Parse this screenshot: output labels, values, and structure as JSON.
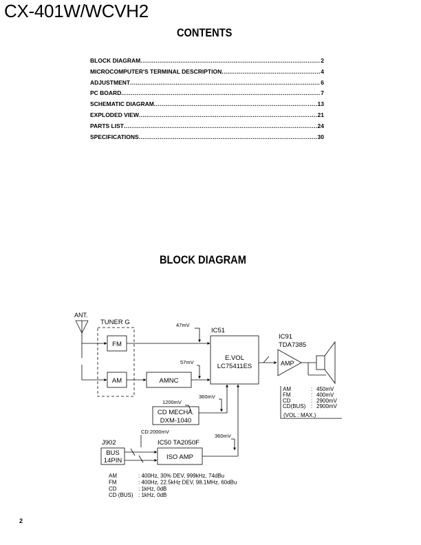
{
  "header": {
    "model": "CX-401W/WCVH2"
  },
  "contents": {
    "title": "CONTENTS",
    "entries": [
      {
        "label": "BLOCK DIAGRAM",
        "page": "2"
      },
      {
        "label": "MICROCOMPUTER'S TERMINAL DESCRIPTION",
        "page": "4"
      },
      {
        "label": "ADJUSTMENT",
        "page": "6"
      },
      {
        "label": "PC BOARD",
        "page": "7"
      },
      {
        "label": "SCHEMATIC DIAGRAM",
        "page": "13"
      },
      {
        "label": "EXPLODED VIEW",
        "page": "21"
      },
      {
        "label": "PARTS LIST",
        "page": "24"
      },
      {
        "label": "SPECIFICATIONS",
        "page": "30"
      }
    ]
  },
  "block_diagram": {
    "title": "BLOCK DIAGRAM",
    "antenna": "ANT.",
    "tuner": "TUNER G",
    "fm": "FM",
    "am": "AM",
    "amnc": "AMNC",
    "ic51_ref": "IC51",
    "evol_line1": "E.VOL",
    "evol_line2": "LC75411ES",
    "ic91_ref": "IC91",
    "ic91_part": "TDA7385",
    "amp": "AMP",
    "cd_line1": "CD MECHA.",
    "cd_line2": "DXM-1040",
    "j902": "J902",
    "bus_line1": "BUS",
    "bus_line2": "14PIN",
    "ic50": "IC50  TA2050F",
    "iso_amp": "ISO AMP",
    "levels": {
      "fm_in": "47mV",
      "am_in": "57mV",
      "cd_in": "360mV",
      "cd_out": "1200mV",
      "bus_cd": "CD:2000mV",
      "iso_out": "360mV"
    },
    "outputs": [
      {
        "src": "AM",
        "val": "450mV"
      },
      {
        "src": "FM",
        "val": "400mV"
      },
      {
        "src": "CD",
        "val": "2900mV"
      },
      {
        "src": "CD(BUS)",
        "val": "2900mV"
      }
    ],
    "output_note": "(VOL : MAX.)",
    "conditions": [
      {
        "src": "AM",
        "desc": ": 400Hz, 30% DEV, 999kHz, 74dBu"
      },
      {
        "src": "FM",
        "desc": ": 400Hz, 22.5kHz DEV, 98.1MHz, 60dBu"
      },
      {
        "src": "CD",
        "desc": ": 1kHz, 0dB"
      },
      {
        "src": "CD (BUS)",
        "desc": ": 1kHz, 0dB"
      }
    ]
  },
  "footer": {
    "page": "2"
  }
}
